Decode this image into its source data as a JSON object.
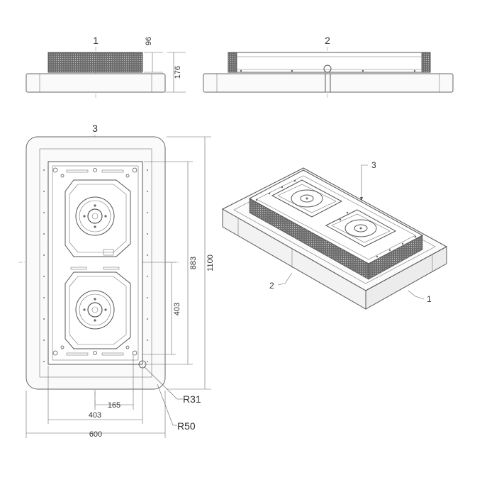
{
  "views": {
    "view1_label": "1",
    "view2_label": "2",
    "view3_label": "3"
  },
  "dimensions": {
    "h_96": "96",
    "h_176": "176",
    "h_1100": "1100",
    "h_883": "883",
    "h_403": "403",
    "w_165": "165",
    "w_403": "403",
    "w_600": "600",
    "r_31": "R31",
    "r_50": "R50"
  },
  "callouts": {
    "iso_1": "1",
    "iso_2": "2",
    "iso_3": "3"
  },
  "colors": {
    "line": "#555555",
    "mesh": "#555555",
    "background": "#ffffff"
  }
}
